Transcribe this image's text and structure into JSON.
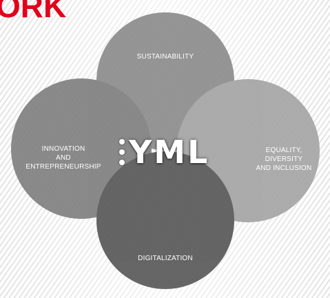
{
  "heading": {
    "text": "ORK",
    "color": "#e2001a"
  },
  "logo": {
    "text": "YML",
    "dot_count": 3
  },
  "circles": {
    "sustainability": {
      "lines": [
        "SUSTAINABILITY"
      ],
      "fill": "#8a8a8a"
    },
    "innovation": {
      "lines": [
        "INNOVATION",
        "AND",
        "ENTREPRENEURSHIP"
      ],
      "fill": "#7d7d7d"
    },
    "equality": {
      "lines": [
        "EQUALITY,",
        "DIVERSITY",
        "AND INCLUSION"
      ],
      "fill": "#a3a3a3"
    },
    "digitalization": {
      "lines": [
        "DIGITALIZATION"
      ],
      "fill": "#555555"
    }
  },
  "colors": {
    "background": "#ffffff",
    "background_stripes": "#e3e3e3",
    "label_text": "#ffffff"
  }
}
